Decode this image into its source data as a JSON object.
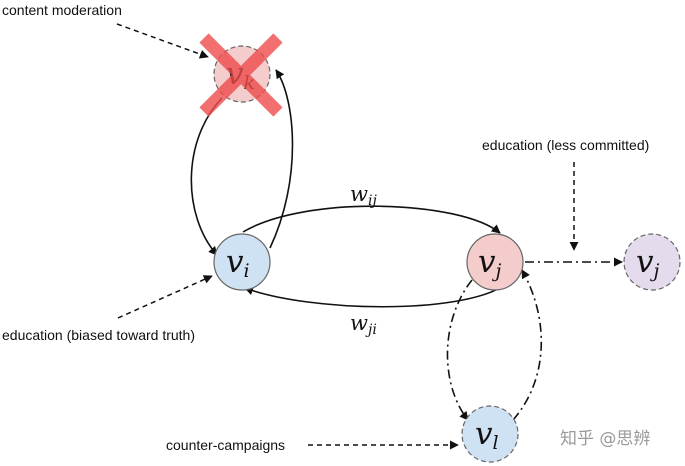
{
  "labels": {
    "content_moderation": "content moderation",
    "education_biased": "education (biased toward truth)",
    "education_less": "education (less committed)",
    "counter_campaigns": "counter-campaigns"
  },
  "nodes": {
    "k": {
      "base": "v",
      "sub": "k"
    },
    "i": {
      "base": "v",
      "sub": "i"
    },
    "j": {
      "base": "v",
      "sub": "j"
    },
    "j2": {
      "base": "v",
      "sub": "j"
    },
    "l": {
      "base": "v",
      "sub": "l"
    }
  },
  "edges": {
    "wij": {
      "base": "w",
      "sub": "ij"
    },
    "wji": {
      "base": "w",
      "sub": "ji"
    }
  },
  "watermark": "知乎 @思辨",
  "colors": {
    "node_blue": "#cfe2f3",
    "node_red": "#f4cccc",
    "node_purple": "#e4dcec",
    "cross_red": "#ee4c4c"
  }
}
